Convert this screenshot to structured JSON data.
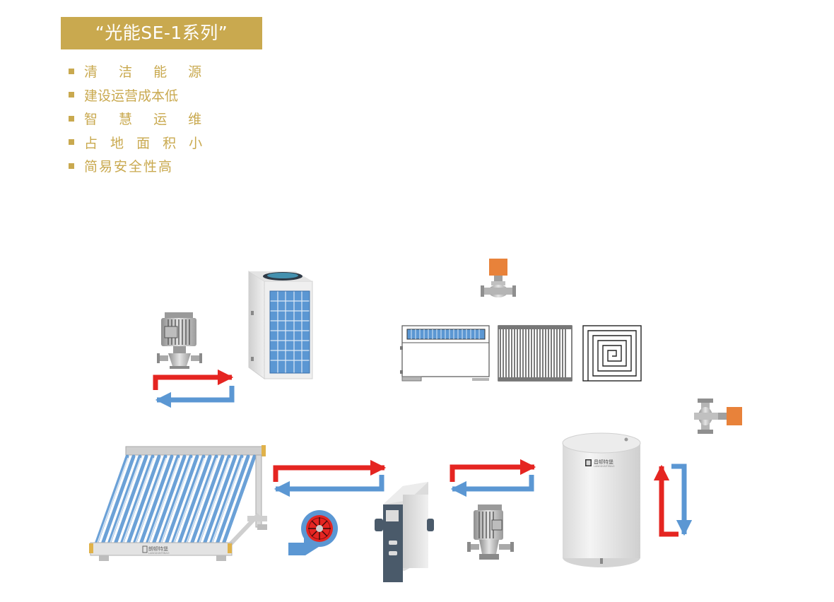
{
  "title": "“光能SE-1系列”",
  "features": [
    {
      "text": "清 洁 能 源",
      "spacing": 12
    },
    {
      "text": "建设运营成本低",
      "spacing": 0
    },
    {
      "text": "智 慧 运 维",
      "spacing": 12
    },
    {
      "text": "占 地 面 积 小",
      "spacing": 6
    },
    {
      "text": "简易安全性高",
      "spacing": 2
    }
  ],
  "labels": {
    "collector_brand": "朗顿特堡",
    "collector_brand_sub": "LANGDUNTEBAO",
    "tank_brand": "昌顿特堡",
    "tank_brand_sub": "LANGDUNTEBAO"
  },
  "colors": {
    "gold": "#c9a94f",
    "hot_arrow": "#e52521",
    "cold_arrow": "#5b97d3",
    "valve_actuator": "#e8823a",
    "metal_gray": "#b5b5b5"
  }
}
